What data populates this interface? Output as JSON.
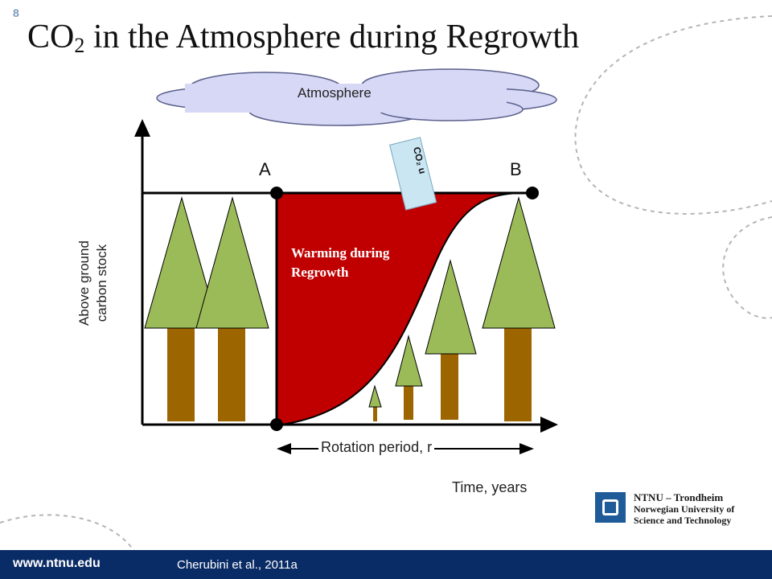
{
  "slide": {
    "number": "8"
  },
  "title": {
    "main": "CO",
    "sub": "2",
    "rest": " in the Atmosphere during Regrowth"
  },
  "diagram": {
    "atmosphere_label": "Atmosphere",
    "point_a": "A",
    "point_b": "B",
    "region_label_line1": "Warming during",
    "region_label_line2": "Regrowth",
    "y_axis_label_line1": "Above ground",
    "y_axis_label_line2": "carbon stock",
    "x_axis_label": "Time, years",
    "period_label": "Rotation period, r",
    "flux_tab_label": "CO₂ u"
  },
  "colors": {
    "region": "#c00000",
    "canopy": "#9bbb59",
    "trunk": "#9c6500",
    "cloud": "#d6d8f5",
    "footer": "#0a2c66",
    "accent": "#1f5b99"
  },
  "logo": {
    "line1": "NTNU – Trondheim",
    "line2": "Norwegian University of",
    "line3": "Science and Technology"
  },
  "footer": {
    "url": "www.ntnu.edu",
    "citation": "Cherubini et al., 2011a"
  }
}
